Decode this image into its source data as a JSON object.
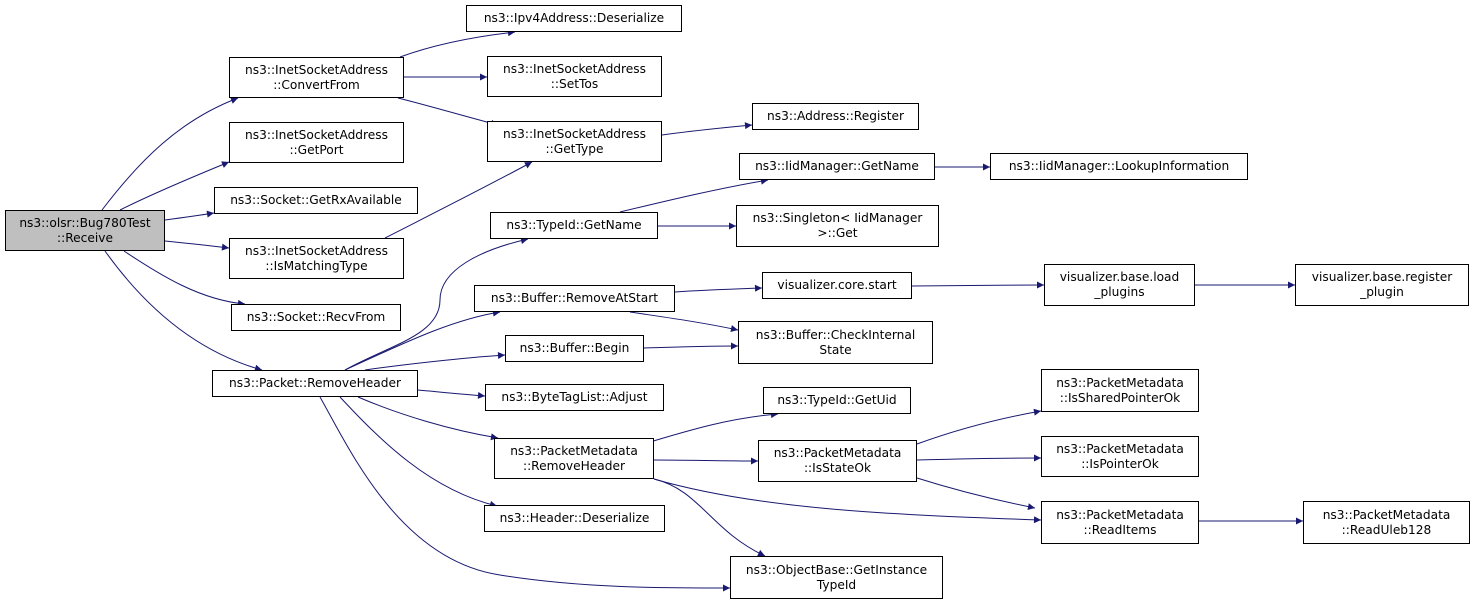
{
  "diagram": {
    "colors": {
      "edge": "#191970",
      "node_border": "#000000",
      "node_fill": "#ffffff",
      "root_fill": "#bfbfbf"
    },
    "nodes": [
      {
        "id": "bug780-receive",
        "lines": [
          "ns3::olsr::Bug780Test",
          "::Receive"
        ],
        "root": true
      },
      {
        "id": "inetsocketaddress-convertfrom",
        "lines": [
          "ns3::InetSocketAddress",
          "::ConvertFrom"
        ]
      },
      {
        "id": "inetsocketaddress-getport",
        "lines": [
          "ns3::InetSocketAddress",
          "::GetPort"
        ]
      },
      {
        "id": "socket-getrxavailable",
        "lines": [
          "ns3::Socket::GetRxAvailable"
        ]
      },
      {
        "id": "inetsocketaddress-ismatchingtype",
        "lines": [
          "ns3::InetSocketAddress",
          "::IsMatchingType"
        ]
      },
      {
        "id": "socket-recvfrom",
        "lines": [
          "ns3::Socket::RecvFrom"
        ]
      },
      {
        "id": "packet-removeheader",
        "lines": [
          "ns3::Packet::RemoveHeader"
        ]
      },
      {
        "id": "ipv4address-deserialize",
        "lines": [
          "ns3::Ipv4Address::Deserialize"
        ]
      },
      {
        "id": "inetsocketaddress-settos",
        "lines": [
          "ns3::InetSocketAddress",
          "::SetTos"
        ]
      },
      {
        "id": "inetsocketaddress-gettype",
        "lines": [
          "ns3::InetSocketAddress",
          "::GetType"
        ]
      },
      {
        "id": "address-register",
        "lines": [
          "ns3::Address::Register"
        ]
      },
      {
        "id": "typeid-getname",
        "lines": [
          "ns3::TypeId::GetName"
        ]
      },
      {
        "id": "iidmanager-getname",
        "lines": [
          "ns3::IidManager::GetName"
        ]
      },
      {
        "id": "iidmanager-lookupinformation",
        "lines": [
          "ns3::IidManager::LookupInformation"
        ]
      },
      {
        "id": "singleton-iidmanager-get",
        "lines": [
          "ns3::Singleton< IidManager",
          ">::Get"
        ]
      },
      {
        "id": "buffer-removeatstart",
        "lines": [
          "ns3::Buffer::RemoveAtStart"
        ]
      },
      {
        "id": "visualizer-core-start",
        "lines": [
          "visualizer.core.start"
        ]
      },
      {
        "id": "visualizer-base-load-plugins",
        "lines": [
          "visualizer.base.load",
          "_plugins"
        ]
      },
      {
        "id": "visualizer-base-register-plugin",
        "lines": [
          "visualizer.base.register",
          "_plugin"
        ]
      },
      {
        "id": "buffer-checkinternalstate",
        "lines": [
          "ns3::Buffer::CheckInternal",
          "State"
        ]
      },
      {
        "id": "buffer-begin",
        "lines": [
          "ns3::Buffer::Begin"
        ]
      },
      {
        "id": "bytetaglist-adjust",
        "lines": [
          "ns3::ByteTagList::Adjust"
        ]
      },
      {
        "id": "packetmetadata-removeheader",
        "lines": [
          "ns3::PacketMetadata",
          "::RemoveHeader"
        ]
      },
      {
        "id": "typeid-getuid",
        "lines": [
          "ns3::TypeId::GetUid"
        ]
      },
      {
        "id": "packetmetadata-isstateok",
        "lines": [
          "ns3::PacketMetadata",
          "::IsStateOk"
        ]
      },
      {
        "id": "packetmetadata-issharedpointerok",
        "lines": [
          "ns3::PacketMetadata",
          "::IsSharedPointerOk"
        ]
      },
      {
        "id": "packetmetadata-ispointerok",
        "lines": [
          "ns3::PacketMetadata",
          "::IsPointerOk"
        ]
      },
      {
        "id": "packetmetadata-readitems",
        "lines": [
          "ns3::PacketMetadata",
          "::ReadItems"
        ]
      },
      {
        "id": "packetmetadata-readuleb128",
        "lines": [
          "ns3::PacketMetadata",
          "::ReadUleb128"
        ]
      },
      {
        "id": "header-deserialize",
        "lines": [
          "ns3::Header::Deserialize"
        ]
      },
      {
        "id": "objectbase-getinstancetypeid",
        "lines": [
          "ns3::ObjectBase::GetInstance",
          "TypeId"
        ]
      }
    ],
    "edges": [
      [
        "bug780-receive",
        "inetsocketaddress-convertfrom"
      ],
      [
        "bug780-receive",
        "inetsocketaddress-getport"
      ],
      [
        "bug780-receive",
        "socket-getrxavailable"
      ],
      [
        "bug780-receive",
        "inetsocketaddress-ismatchingtype"
      ],
      [
        "bug780-receive",
        "socket-recvfrom"
      ],
      [
        "bug780-receive",
        "packet-removeheader"
      ],
      [
        "inetsocketaddress-convertfrom",
        "ipv4address-deserialize"
      ],
      [
        "inetsocketaddress-convertfrom",
        "inetsocketaddress-settos"
      ],
      [
        "inetsocketaddress-convertfrom",
        "inetsocketaddress-gettype"
      ],
      [
        "inetsocketaddress-gettype",
        "address-register"
      ],
      [
        "inetsocketaddress-ismatchingtype",
        "inetsocketaddress-gettype"
      ],
      [
        "packet-removeheader",
        "typeid-getname"
      ],
      [
        "packet-removeheader",
        "buffer-removeatstart"
      ],
      [
        "packet-removeheader",
        "buffer-begin"
      ],
      [
        "packet-removeheader",
        "bytetaglist-adjust"
      ],
      [
        "packet-removeheader",
        "packetmetadata-removeheader"
      ],
      [
        "packet-removeheader",
        "header-deserialize"
      ],
      [
        "packet-removeheader",
        "objectbase-getinstancetypeid"
      ],
      [
        "typeid-getname",
        "iidmanager-getname"
      ],
      [
        "typeid-getname",
        "singleton-iidmanager-get"
      ],
      [
        "iidmanager-getname",
        "iidmanager-lookupinformation"
      ],
      [
        "buffer-removeatstart",
        "visualizer-core-start"
      ],
      [
        "buffer-removeatstart",
        "buffer-checkinternalstate"
      ],
      [
        "visualizer-core-start",
        "visualizer-base-load-plugins"
      ],
      [
        "visualizer-base-load-plugins",
        "visualizer-base-register-plugin"
      ],
      [
        "buffer-begin",
        "buffer-checkinternalstate"
      ],
      [
        "packetmetadata-removeheader",
        "typeid-getuid"
      ],
      [
        "packetmetadata-removeheader",
        "packetmetadata-isstateok"
      ],
      [
        "packetmetadata-removeheader",
        "packetmetadata-readitems"
      ],
      [
        "packetmetadata-removeheader",
        "objectbase-getinstancetypeid"
      ],
      [
        "packetmetadata-isstateok",
        "packetmetadata-issharedpointerok"
      ],
      [
        "packetmetadata-isstateok",
        "packetmetadata-ispointerok"
      ],
      [
        "packetmetadata-isstateok",
        "packetmetadata-readitems"
      ],
      [
        "packetmetadata-readitems",
        "packetmetadata-readuleb128"
      ]
    ]
  }
}
